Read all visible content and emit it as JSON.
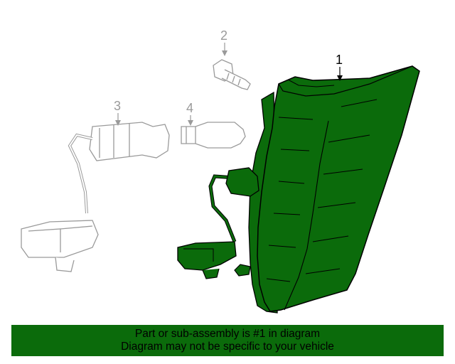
{
  "callouts": {
    "part1": "1",
    "part2": "2",
    "part3": "3",
    "part4": "4"
  },
  "banner": {
    "line1": "Part or sub-assembly is #1 in diagram",
    "line2": "Diagram may not be specific to your vehicle"
  },
  "colors": {
    "highlight": "#0b6b0b",
    "outline": "#000000",
    "ghost": "#9a9a9a"
  }
}
